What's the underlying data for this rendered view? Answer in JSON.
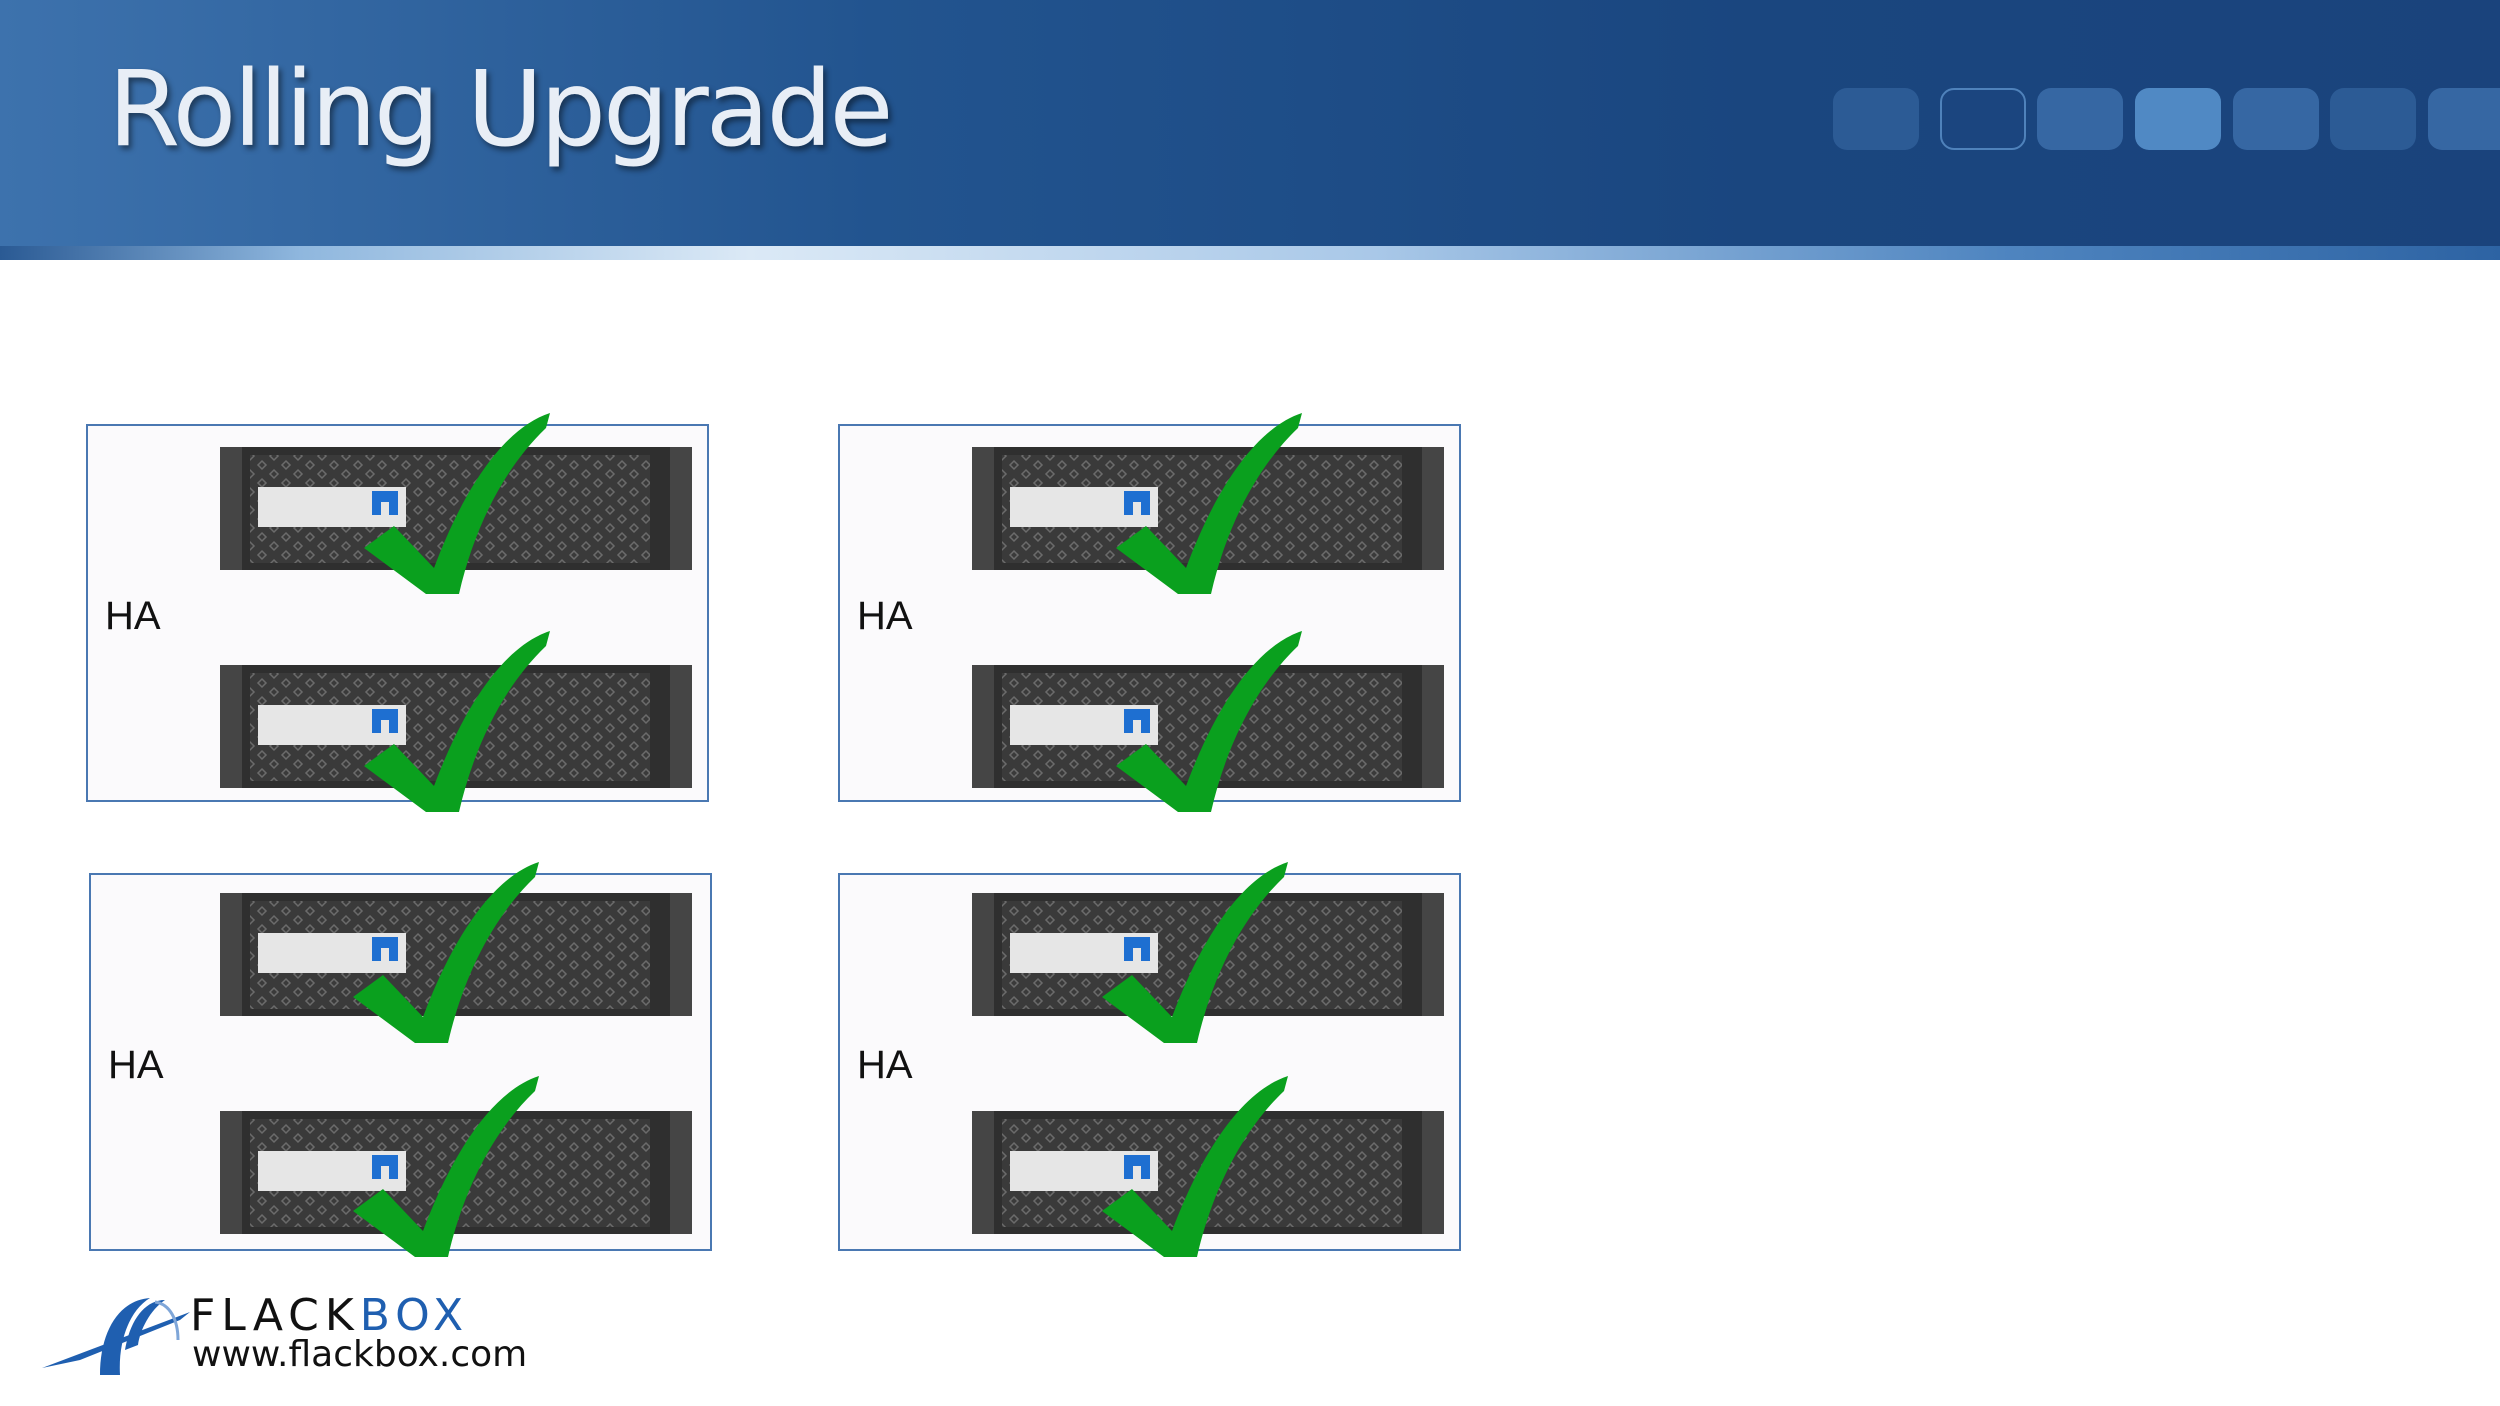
{
  "header": {
    "title": "Rolling Upgrade",
    "progress_squares": 7,
    "active_square": 4,
    "outlined_square": 2
  },
  "ha_pairs": [
    {
      "label": "HA",
      "nodes": [
        {
          "status": "upgraded"
        },
        {
          "status": "upgraded"
        }
      ]
    },
    {
      "label": "HA",
      "nodes": [
        {
          "status": "upgraded"
        },
        {
          "status": "upgraded"
        }
      ]
    },
    {
      "label": "HA",
      "nodes": [
        {
          "status": "upgraded"
        },
        {
          "status": "upgraded"
        }
      ]
    },
    {
      "label": "HA",
      "nodes": [
        {
          "status": "upgraded"
        },
        {
          "status": "upgraded"
        }
      ]
    }
  ],
  "logo": {
    "brand_part1": "FLACK",
    "brand_part2": "BOX",
    "url": "www.flackbox.com"
  },
  "colors": {
    "header": "#1a467f",
    "check": "#0aa01e",
    "box_border": "#4a78b2",
    "brand_blue": "#1f5fb0"
  }
}
